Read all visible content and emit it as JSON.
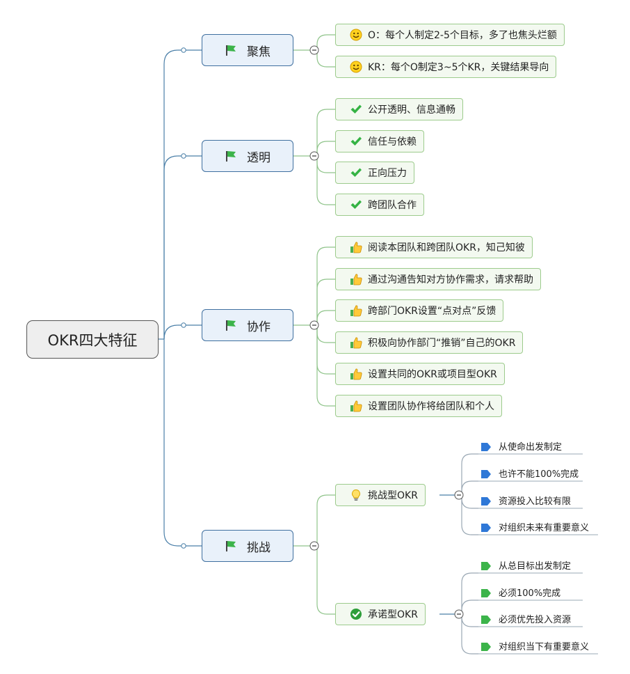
{
  "root": "OKR四大特征",
  "branches": [
    {
      "label": "聚焦",
      "icon": "green-flag-icon",
      "items": [
        {
          "icon": "smiley-icon",
          "text": "O：每个人制定2-5个目标，多了也焦头烂额"
        },
        {
          "icon": "smiley-icon",
          "text": "KR：每个O制定3~5个KR，关键结果导向"
        }
      ]
    },
    {
      "label": "透明",
      "icon": "green-flag-icon",
      "items": [
        {
          "icon": "checkmark-icon",
          "text": "公开透明、信息通畅"
        },
        {
          "icon": "checkmark-icon",
          "text": "信任与依赖"
        },
        {
          "icon": "checkmark-icon",
          "text": "正向压力"
        },
        {
          "icon": "checkmark-icon",
          "text": "跨团队合作"
        }
      ]
    },
    {
      "label": "协作",
      "icon": "green-flag-icon",
      "items": [
        {
          "icon": "thumbs-up-icon",
          "text": "阅读本团队和跨团队OKR，知己知彼"
        },
        {
          "icon": "thumbs-up-icon",
          "text": "通过沟通告知对方协作需求，请求帮助"
        },
        {
          "icon": "thumbs-up-icon",
          "text": "跨部门OKR设置“点对点”反馈"
        },
        {
          "icon": "thumbs-up-icon",
          "text": "积极向协作部门“推销”自己的OKR"
        },
        {
          "icon": "thumbs-up-icon",
          "text": "设置共同的OKR或项目型OKR"
        },
        {
          "icon": "thumbs-up-icon",
          "text": "设置团队协作将给团队和个人"
        }
      ]
    },
    {
      "label": "挑战",
      "icon": "green-flag-icon",
      "items": [
        {
          "icon": "lightbulb-icon",
          "text": "挑战型OKR",
          "children": [
            {
              "icon": "blue-tag-icon",
              "text": "从使命出发制定"
            },
            {
              "icon": "blue-tag-icon",
              "text": "也许不能100%完成"
            },
            {
              "icon": "blue-tag-icon",
              "text": "资源投入比较有限"
            },
            {
              "icon": "blue-tag-icon",
              "text": "对组织未来有重要意义"
            }
          ]
        },
        {
          "icon": "green-check-circle-icon",
          "text": "承诺型OKR",
          "children": [
            {
              "icon": "green-tag-icon",
              "text": "从总目标出发制定"
            },
            {
              "icon": "green-tag-icon",
              "text": "必须100%完成"
            },
            {
              "icon": "green-tag-icon",
              "text": "必须优先投入资源"
            },
            {
              "icon": "green-tag-icon",
              "text": "对组织当下有重要意义"
            }
          ]
        }
      ]
    }
  ],
  "colors": {
    "main_border": "#3f6f9f",
    "main_fill": "#e9f1fa",
    "sub_border": "#9ccb8c",
    "sub_fill": "#f3f9f0",
    "connector": "#4a7fa8",
    "sub_connector": "#8fc48a"
  }
}
